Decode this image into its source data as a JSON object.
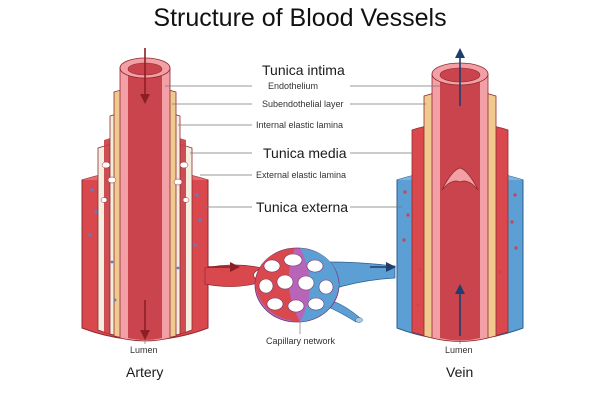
{
  "title": "Structure of Blood Vessels",
  "labels": {
    "tunica_intima": "Tunica intima",
    "endothelium": "Endothelium",
    "subendothelial": "Subendothelial layer",
    "internal_elastic": "Internal elastic lamina",
    "tunica_media": "Tunica media",
    "external_elastic": "External elastic lamina",
    "tunica_externa": "Tunica externa",
    "capillary": "Capillary network",
    "lumen_artery": "Lumen",
    "lumen_vein": "Lumen",
    "artery": "Artery",
    "vein": "Vein"
  },
  "colors": {
    "artery_red": "#d9484d",
    "artery_dark": "#b8323a",
    "vein_blue": "#5b9fd4",
    "vein_dark": "#3d7fb8",
    "intima_pink": "#f2a0a5",
    "subendothelial_tan": "#f0c98f",
    "elastic_cream": "#f4ede0",
    "lumen_red": "#c9444c",
    "capillary_purple": "#b864b8",
    "arrow_red": "#8c1f24",
    "arrow_blue": "#1e3f6e"
  }
}
